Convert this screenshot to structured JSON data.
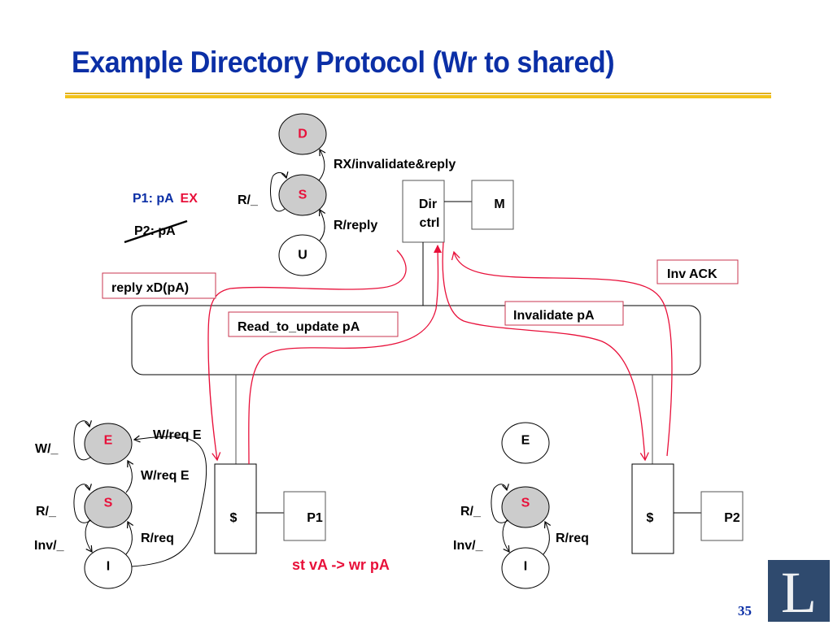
{
  "slide": {
    "title": "Example Directory Protocol (Wr to shared)",
    "page_number": "35",
    "logo_letter": "L"
  },
  "colors": {
    "title": "#0b2fa6",
    "accent_red": "#e8103a",
    "rule": "#f2c21a",
    "state_fill_active": "#cccccc",
    "logo_bg": "#2f4a6e"
  },
  "directory_fsm": {
    "states": [
      {
        "id": "D",
        "label": "D",
        "active": true
      },
      {
        "id": "S",
        "label": "S",
        "active": true
      },
      {
        "id": "U",
        "label": "U",
        "active": false
      }
    ],
    "transitions": {
      "s_to_d": "RX/invalidate&reply",
      "u_to_s": "R/reply",
      "s_self": "R/_"
    }
  },
  "sharers": {
    "p1": {
      "prefix": "P1: pA",
      "suffix": "EX"
    },
    "p2": {
      "text": "P2: pA",
      "struck_out": true
    }
  },
  "components": {
    "dir_ctrl_line1": "Dir",
    "dir_ctrl_line2": "ctrl",
    "memory": "M",
    "cache1": "$",
    "proc1": "P1",
    "cache2": "$",
    "proc2": "P2"
  },
  "messages": {
    "reply": "reply xD(pA)",
    "read_to_update": "Read_to_update pA",
    "invalidate": "Invalidate pA",
    "inv_ack": "Inv ACK"
  },
  "p1_fsm": {
    "states": [
      {
        "id": "E",
        "label": "E",
        "active": true
      },
      {
        "id": "S",
        "label": "S",
        "active": true
      },
      {
        "id": "I",
        "label": "I",
        "active": false
      }
    ],
    "transitions": {
      "e_self": "W/_",
      "i_to_e": "W/req E",
      "s_to_e": "W/req E",
      "s_self": "R/_",
      "s_to_i": "Inv/_",
      "i_to_s": "R/req"
    }
  },
  "p2_fsm": {
    "states": [
      {
        "id": "E",
        "label": "E",
        "active": false
      },
      {
        "id": "S",
        "label": "S",
        "active": true
      },
      {
        "id": "I",
        "label": "I",
        "active": false
      }
    ],
    "transitions": {
      "s_self": "R/_",
      "s_to_i": "Inv/_",
      "i_to_s": "R/req"
    }
  },
  "annotation": "st vA -> wr pA"
}
